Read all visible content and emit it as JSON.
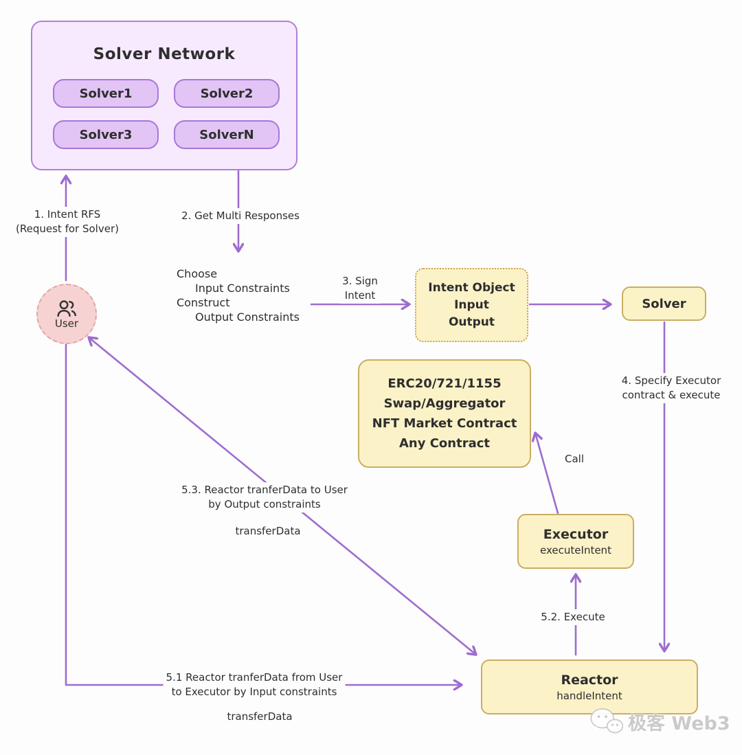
{
  "colors": {
    "arrow": "#9d6ccf",
    "text": "#2e2e2e",
    "box_yellow": "#fbf2c8",
    "box_yellow_border": "#c9ad62",
    "intent_border": "#cfa14e",
    "purple_light": "#f7eafe",
    "purple_border": "#b07fd8",
    "pill": "#e2c4f5",
    "pill_border": "#a678d8",
    "user_fill": "#f7d2d2",
    "user_border": "#dda6aa",
    "watermark": "#c6c6c6"
  },
  "solver_network": {
    "title": "Solver Network",
    "solvers": [
      "Solver1",
      "Solver2",
      "Solver3",
      "SolverN"
    ]
  },
  "user": {
    "label": "User"
  },
  "nodes": {
    "intent_object": {
      "lines": [
        "Intent Object",
        "Input",
        "Output"
      ]
    },
    "solver": {
      "label": "Solver"
    },
    "contracts": {
      "lines": [
        "ERC20/721/1155",
        "Swap/Aggregator",
        "NFT Market Contract",
        "Any Contract"
      ]
    },
    "executor": {
      "title": "Executor",
      "sub": "executeIntent"
    },
    "reactor": {
      "title": "Reactor",
      "sub": "handleIntent"
    }
  },
  "labels": {
    "step1": [
      "1. Intent RFS",
      "(Request for Solver)"
    ],
    "step2": "2. Get Multi Responses",
    "choose": [
      "Choose",
      "Input Constraints",
      "Construct",
      "Output Constraints"
    ],
    "step3": [
      "3. Sign",
      "Intent"
    ],
    "step4": [
      "4. Specify Executor",
      "contract & execute"
    ],
    "call": "Call",
    "step52": "5.2. Execute",
    "step53": [
      "5.3. Reactor tranferData to User",
      "by Output constraints"
    ],
    "transfer53": "transferData",
    "step51": [
      "5.1 Reactor tranferData from User",
      "to Executor by Input constraints"
    ],
    "transfer51": "transferData"
  },
  "watermark": {
    "text": "极客 Web3"
  }
}
